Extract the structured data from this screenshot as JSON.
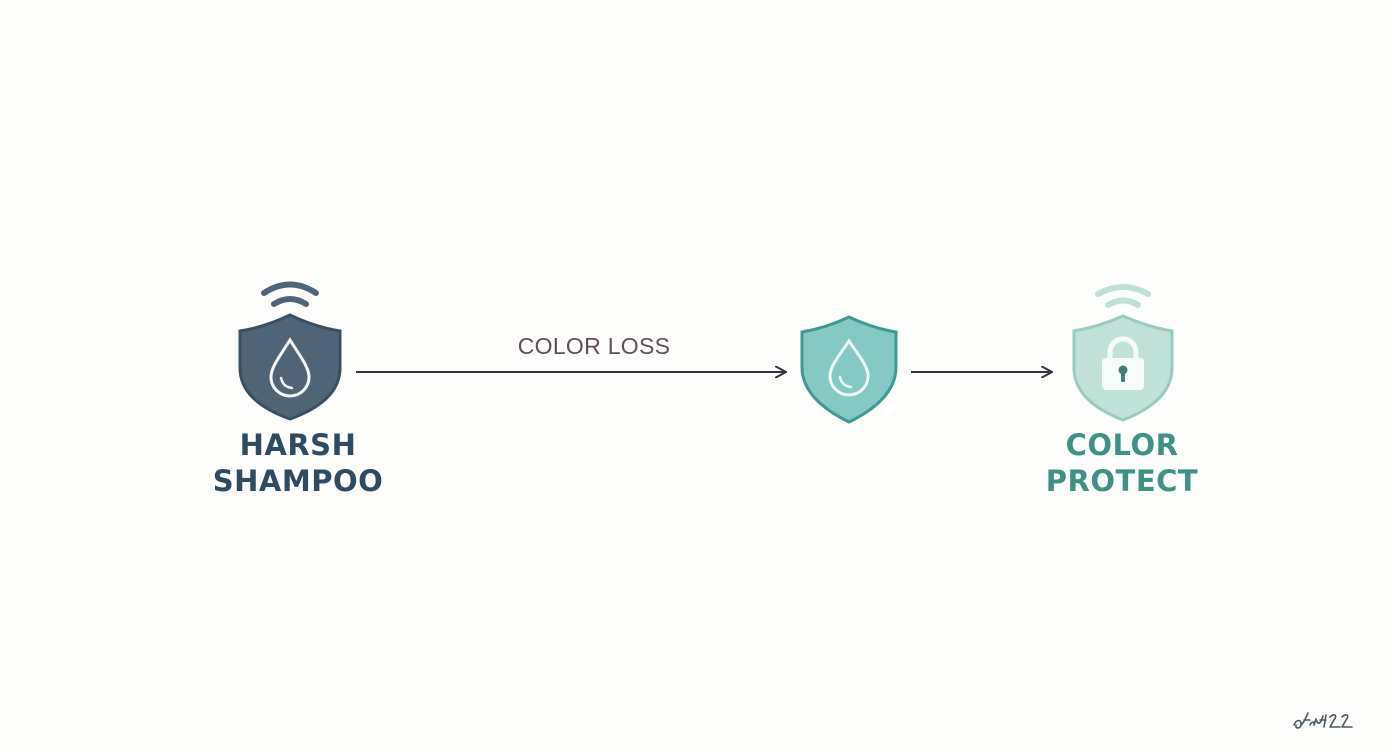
{
  "diagram": {
    "nodes": [
      {
        "id": "harsh-shampoo",
        "icon": "shield-water-drop-icon",
        "color": "#4f6478",
        "label_lines": [
          "HARSH",
          "SHAMPOO"
        ]
      },
      {
        "id": "faded",
        "icon": "shield-water-drop-icon",
        "color": "#86c8c3",
        "label_lines": []
      },
      {
        "id": "color-protect",
        "icon": "shield-lock-icon",
        "color": "#bfe0d7",
        "label_lines": [
          "COLOR",
          "PROTECT"
        ]
      }
    ],
    "edges": [
      {
        "from": "harsh-shampoo",
        "to": "faded",
        "label": "COLOR LOSS"
      },
      {
        "from": "faded",
        "to": "color-protect",
        "label": ""
      }
    ],
    "colors": {
      "harsh_text": "#2f4b62",
      "protect_text": "#3e9185",
      "arrow": "#2f3640",
      "edge_label": "#5e4f57"
    },
    "signature": "af1nt22"
  }
}
